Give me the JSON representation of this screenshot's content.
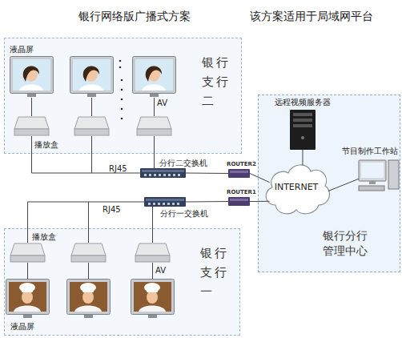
{
  "diagram": {
    "title": "银行网络版广播式方案",
    "nodes": [
      {
        "text": [
          "银行支行二"
        ]
      },
      {
        "text": [
          "液晶屏"
        ],
        "in": 0
      },
      {
        "text": [
          "播放盒"
        ],
        "in": 0
      },
      {
        "text": [
          "分行二交换机"
        ]
      },
      {
        "text": [
          "ROUTER2"
        ]
      },
      {
        "text": [
          "银行分行 管理中心"
        ]
      },
      {
        "text": [
          "远程视频服务器"
        ],
        "in": 5
      },
      {
        "text": [
          "INTERNET"
        ],
        "in": 5
      },
      {
        "text": [
          "节目制作工作站"
        ],
        "in": 5
      },
      {
        "text": [
          "分行一交换机"
        ]
      },
      {
        "text": [
          "ROUTER1"
        ]
      },
      {
        "text": [
          "银行支行一"
        ]
      },
      {
        "text": [
          "播放盒"
        ],
        "in": 11
      },
      {
        "text": [
          "液晶屏"
        ],
        "in": 11
      }
    ],
    "edges": [
      {
        "from": 1,
        "to": 2,
        "arrow": "none"
      },
      {
        "from": 2,
        "to": 3,
        "arrow": "none"
      },
      {
        "from": 3,
        "to": 4,
        "arrow": "none"
      },
      {
        "from": 4,
        "to": 7,
        "arrow": "none"
      },
      {
        "from": 6,
        "to": 7,
        "arrow": "none"
      },
      {
        "from": 7,
        "to": 8,
        "arrow": "none"
      },
      {
        "from": 9,
        "to": 10,
        "arrow": "none"
      },
      {
        "from": 10,
        "to": 7,
        "arrow": "none"
      },
      {
        "from": 12,
        "to": 9,
        "arrow": "none"
      },
      {
        "from": 12,
        "to": 13,
        "arrow": "none"
      }
    ],
    "labels": [
      "该方案适用于局域网平台",
      "AV",
      "RJ45",
      "RJ45",
      "AV"
    ]
  }
}
